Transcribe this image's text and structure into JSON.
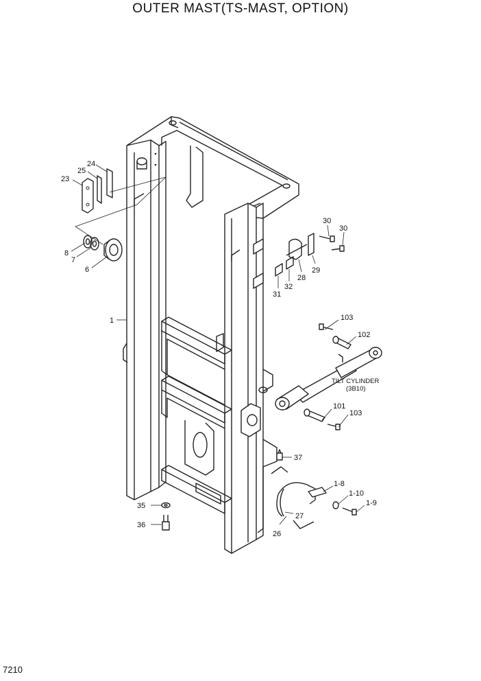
{
  "page": {
    "title": "OUTER MAST(TS-MAST, OPTION)",
    "page_number": "7210"
  },
  "diagram": {
    "labels": {
      "p1": "1",
      "p6": "6",
      "p7": "7",
      "p8": "8",
      "p23": "23",
      "p24": "24",
      "p25": "25",
      "p26": "26",
      "p27": "27",
      "p28": "28",
      "p29": "29",
      "p30a": "30",
      "p30b": "30",
      "p31": "31",
      "p32": "32",
      "p35": "35",
      "p36": "36",
      "p37": "37",
      "p101": "101",
      "p102": "102",
      "p103a": "103",
      "p103b": "103",
      "p1_8": "1-8",
      "p1_9": "1-9",
      "p1_10": "1-10"
    },
    "tilt_cylinder": {
      "name": "TILT CYLINDER",
      "ref": "(3B10)"
    }
  }
}
